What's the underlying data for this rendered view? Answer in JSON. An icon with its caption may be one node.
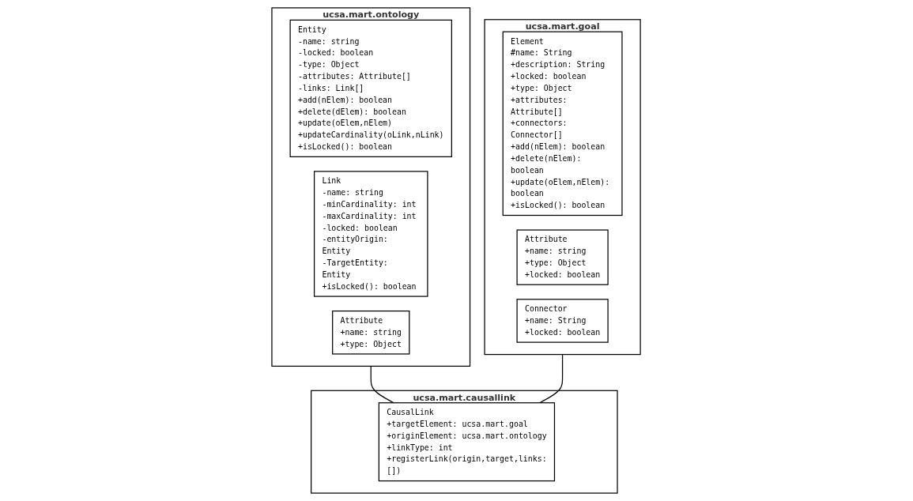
{
  "diagram": {
    "nodes": [
      {
        "text": [
          "ucsa.mart.ontology"
        ]
      },
      {
        "text": [
          "Entity",
          "-name: string",
          "-locked: boolean",
          "-type: Object",
          "-attributes: Attribute[]",
          "-links: Link[]",
          "+add(nElem): boolean",
          "+delete(dElem): boolean",
          "+update(oElem,nElem)",
          "+updateCardinality(oLink,nLink)",
          "+isLocked(): boolean"
        ],
        "in": 0
      },
      {
        "text": [
          "Link",
          "-name: string",
          "-minCardinality: int",
          "-maxCardinality: int",
          "-locked: boolean",
          "-entityOrigin: Entity",
          "-TargetEntity: Entity",
          "+isLocked(): boolean"
        ],
        "in": 0
      },
      {
        "text": [
          "Attribute",
          "+name: string",
          "+type: Object"
        ],
        "in": 0
      },
      {
        "text": [
          "ucsa.mart.goal"
        ]
      },
      {
        "text": [
          "Element",
          "#name: String",
          "+description: String",
          "+locked: boolean",
          "+type: Object",
          "+attributes: Attribute[]",
          "+connectors: Connector[]",
          "+add(nElem): boolean",
          "+delete(nElem): boolean",
          "+update(oElem,nElem): boolean",
          "+isLocked(): boolean"
        ],
        "in": 4
      },
      {
        "text": [
          "Attribute",
          "+name: string",
          "+type: Object",
          "+locked: boolean"
        ],
        "in": 4
      },
      {
        "text": [
          "Connector",
          "+name: String",
          "+locked: boolean"
        ],
        "in": 4
      },
      {
        "text": [
          "ucsa.mart.causallink"
        ]
      },
      {
        "text": [
          "CausalLink",
          "+targetElement: ucsa.mart.goal",
          "+originElement: ucsa.mart.ontology",
          "+linkType: int",
          "+registerLink(origin,target,links:[])"
        ],
        "in": 8
      }
    ],
    "edges": [
      {
        "from": 0,
        "to": 9,
        "arrow": "none"
      },
      {
        "from": 4,
        "to": 9,
        "arrow": "none"
      }
    ]
  }
}
